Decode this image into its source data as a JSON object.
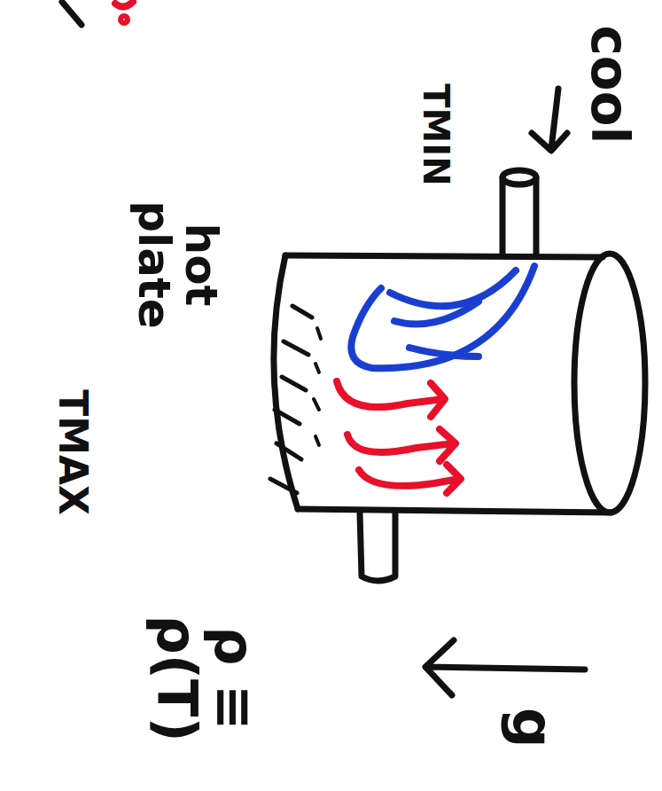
{
  "diagram": {
    "labels": [
      "cool",
      "TMIN",
      "hot plate",
      "TMAX",
      "ρ ≡ ρ(T)",
      "g"
    ]
  }
}
